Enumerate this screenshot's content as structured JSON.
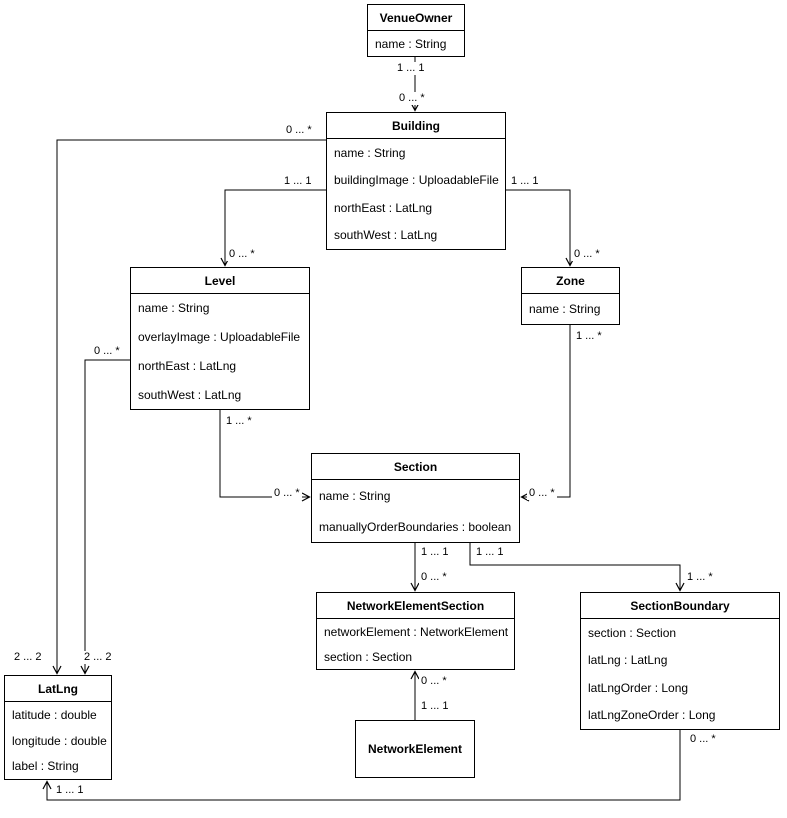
{
  "classes": {
    "venueOwner": {
      "title": "VenueOwner",
      "attrs": [
        "name : String"
      ]
    },
    "building": {
      "title": "Building",
      "attrs": [
        "name : String",
        "buildingImage : UploadableFile",
        "northEast : LatLng",
        "southWest : LatLng"
      ]
    },
    "level": {
      "title": "Level",
      "attrs": [
        "name : String",
        "overlayImage : UploadableFile",
        "northEast : LatLng",
        "southWest : LatLng"
      ]
    },
    "zone": {
      "title": "Zone",
      "attrs": [
        "name : String"
      ]
    },
    "section": {
      "title": "Section",
      "attrs": [
        "name : String",
        "manuallyOrderBoundaries : boolean"
      ]
    },
    "networkElementSection": {
      "title": "NetworkElementSection",
      "attrs": [
        "networkElement : NetworkElement",
        "section : Section"
      ]
    },
    "sectionBoundary": {
      "title": "SectionBoundary",
      "attrs": [
        "section : Section",
        "latLng : LatLng",
        "latLngOrder : Long",
        "latLngZoneOrder : Long"
      ]
    },
    "latLng": {
      "title": "LatLng",
      "attrs": [
        "latitude : double",
        "longitude : double",
        "label : String"
      ]
    },
    "networkElement": {
      "title": "NetworkElement",
      "attrs": []
    }
  },
  "associations": [
    {
      "from": "VenueOwner",
      "to": "Building",
      "source_label": "1 ... 1",
      "target_label": "0 ... *"
    },
    {
      "from": "Building",
      "to": "Level",
      "source_label": "1 ... 1",
      "target_label": "0 ... *"
    },
    {
      "from": "Building",
      "to": "Zone",
      "source_label": "1 ... 1",
      "target_label": "0 ... *"
    },
    {
      "from": "Building",
      "to": "LatLng",
      "source_label": "0 ... *",
      "target_label": "2 ... 2"
    },
    {
      "from": "Level",
      "to": "LatLng",
      "source_label": "0 ... *",
      "target_label": "2 ... 2"
    },
    {
      "from": "Level",
      "to": "Section",
      "source_label": "1 ... *",
      "target_label": "0 ... *"
    },
    {
      "from": "Zone",
      "to": "Section",
      "source_label": "1 ... *",
      "target_label": "0 ... *"
    },
    {
      "from": "Section",
      "to": "NetworkElementSection",
      "source_label": "1 ... 1",
      "target_label": "0 ... *"
    },
    {
      "from": "Section",
      "to": "SectionBoundary",
      "source_label": "1 ... 1",
      "target_label": "1 ... *"
    },
    {
      "from": "NetworkElement",
      "to": "NetworkElementSection",
      "source_label": "1 ... 1",
      "target_label": "0 ... *"
    },
    {
      "from": "SectionBoundary",
      "to": "LatLng",
      "source_label": "0 ... *",
      "target_label": "1 ... 1"
    }
  ],
  "colors": {
    "stroke": "#000000",
    "fill": "#ffffff",
    "text": "#000000"
  }
}
